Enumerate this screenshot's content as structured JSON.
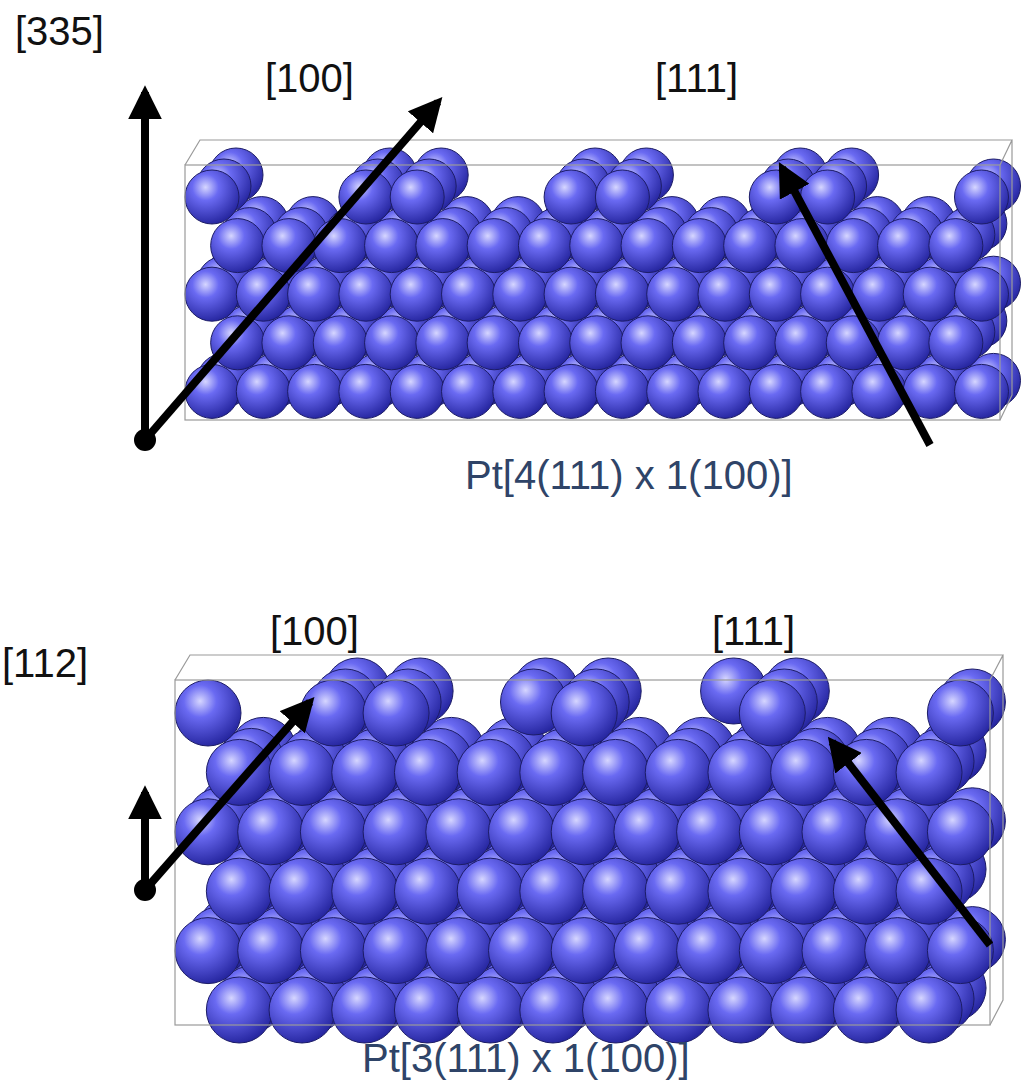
{
  "diagram": {
    "labels": [
      "[335]",
      "[100]",
      "[111]",
      "Pt[4(111) x 1(100)]",
      "[112]",
      "[100]",
      "[111]",
      "Pt[3(111) x 1(100)]"
    ]
  }
}
